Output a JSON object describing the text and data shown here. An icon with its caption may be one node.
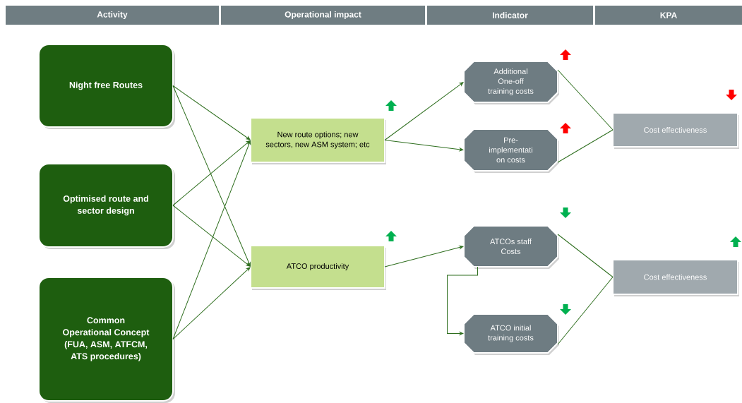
{
  "diagram": {
    "nodes": [
      {
        "text": [
          "Activity"
        ]
      },
      {
        "text": [
          "Operational impact"
        ]
      },
      {
        "text": [
          "Indicator"
        ]
      },
      {
        "text": [
          "KPA"
        ]
      },
      {
        "text": [
          "Night free Routes"
        ]
      },
      {
        "text": [
          "Optimised route and sector design"
        ]
      },
      {
        "text": [
          "Common Operational Concept (FUA, ASM, ATFCM, ATS procedures)"
        ]
      },
      {
        "text": [
          "New route options; new sectors, new ASM system; etc"
        ]
      },
      {
        "text": [
          "ATCO productivity"
        ]
      },
      {
        "text": [
          "Additional One-off training costs"
        ]
      },
      {
        "text": [
          "Pre- implementati on costs"
        ]
      },
      {
        "text": [
          "Cost effectiveness"
        ]
      },
      {
        "text": [
          "ATCOs staff Costs"
        ]
      },
      {
        "text": [
          "ATCO initial training costs"
        ]
      },
      {
        "text": [
          "Cost effectiveness"
        ]
      }
    ],
    "edges": [
      {
        "from": 4,
        "to": 7,
        "arrow": "to"
      },
      {
        "from": 4,
        "to": 8,
        "arrow": "to"
      },
      {
        "from": 5,
        "to": 7,
        "arrow": "to"
      },
      {
        "from": 5,
        "to": 8,
        "arrow": "to"
      },
      {
        "from": 6,
        "to": 7,
        "arrow": "to"
      },
      {
        "from": 6,
        "to": 8,
        "arrow": "to"
      },
      {
        "from": 7,
        "to": 9,
        "arrow": "to"
      },
      {
        "from": 7,
        "to": 10,
        "arrow": "to"
      },
      {
        "from": 8,
        "to": 12,
        "arrow": "to"
      },
      {
        "from": 12,
        "to": 13,
        "arrow": "to"
      },
      {
        "from": 9,
        "to": 11,
        "arrow": "none"
      },
      {
        "from": 10,
        "to": 11,
        "arrow": "none"
      },
      {
        "from": 12,
        "to": 14,
        "arrow": "none"
      },
      {
        "from": 13,
        "to": 14,
        "arrow": "none"
      }
    ]
  }
}
